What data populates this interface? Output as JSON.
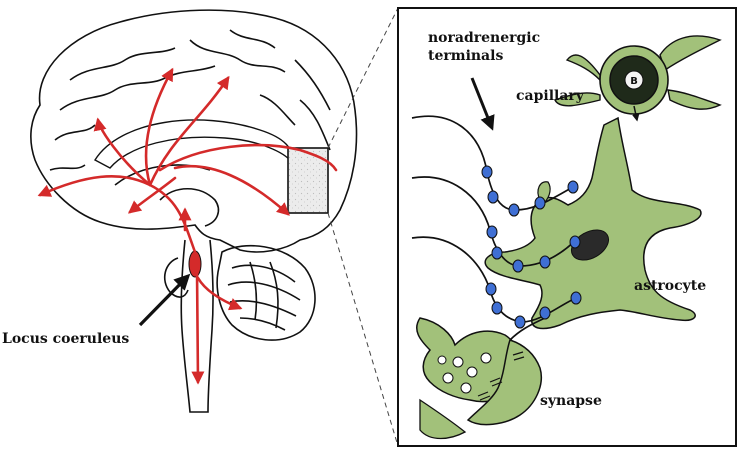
{
  "labels": {
    "noradrenergic_line1": "noradrenergic",
    "noradrenergic_line2": "terminals",
    "capillary": "capillary",
    "astrocyte": "astrocyte",
    "synapse": "synapse",
    "locus": "Locus coeruleus",
    "blood_cell": "B"
  },
  "colors": {
    "projection_red": "#d42a2a",
    "astrocyte_green": "#a2c17a",
    "varicosity_blue": "#3f6fd4",
    "outline": "#111111"
  }
}
